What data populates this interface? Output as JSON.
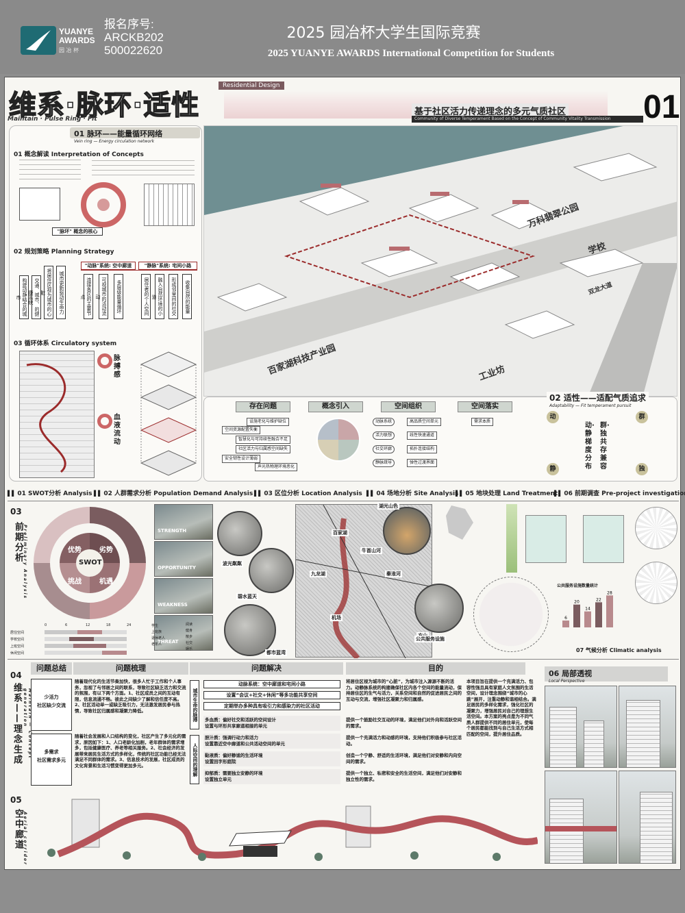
{
  "header": {
    "logo_brand": "YUANYE\nAWARDS",
    "logo_sub": "园 冶 杯",
    "reg_label": "报名序号:",
    "reg_code1": "ARCKB202",
    "reg_code2": "500022620",
    "title_cn": "2025 园冶杯大学生国际竞赛",
    "title_en": "2025 YUANYE AWARDS International Competition for  Students"
  },
  "poster": {
    "main_title": "维系·脉环·适性",
    "main_title_en": "Maintain · Pulse Ring · Fit",
    "residential_tag": "Residential Design",
    "subtitle_cn": "基于社区活力传递理念的多元气质社区",
    "subtitle_en": "Community of Diverse Temperament Based on the Concept of Community Vitality Transmission",
    "page_num": "01"
  },
  "section01": {
    "num": "01",
    "title": "脉环——能量循环网络",
    "title_en": "Vein ring — Energy circulation network",
    "sub1": "01 概念解读 Interpretation of Concepts",
    "sub2": "02 规划策略 Planning Strategy",
    "sub3": "03 循环体系 Circulatory system",
    "label_pulse": "脉搏感",
    "label_blood": "血液流动",
    "box_dong": "\"动脉\"系统: 空中廊道",
    "box_jing": "\"静脉\"系统: 宅间小路",
    "box_core": "\"脉环\" 概念的核心",
    "strategy_left": [
      "构建动静结合的城市",
      "交通、城市、的健康系统",
      "将居住区视为城市的心脏",
      "城市更新驱动生命力"
    ],
    "strategy_mid": [
      "连接各区的主要节点",
      "可视城市的活动流动",
      "多层级能量循环"
    ],
    "strategy_right": [
      "居住者的个人空间",
      "融入自然环境的小道",
      "形成邻里间的社交",
      "收集自然的能量"
    ]
  },
  "map": {
    "label_park": "万科翡翠公园",
    "label_school": "学校",
    "label_tech": "百家湖科技产业园",
    "label_industry": "工业坊",
    "label_road": "双龙大道"
  },
  "section02": {
    "num": "02",
    "title": "适性——适配气质追求",
    "title_en": "Adaptability — Fit temperament pursuit",
    "flow_heads": [
      "存在问题",
      "概念引入",
      "空间组织",
      "空间落实"
    ],
    "problems": [
      "设施老化与维护缺位",
      "空间资源配置失衡",
      "智慧化与可持续性融合不足",
      "社区活力与归属感空间缺失",
      "安全韧性设计薄弱",
      "声光热物理环境恶化"
    ],
    "spaces": [
      "动脉系统",
      "活力联想",
      "社交环廊",
      "静脉疏导"
    ],
    "results": [
      "高品质空间单元",
      "线性快速通道",
      "拓扑连接结构",
      "弹性过渡界面"
    ],
    "needs": "需求本质",
    "dong": "动",
    "jing": "静",
    "qun": "群",
    "du": "独",
    "center_a": "动·静梯度分布",
    "center_b": "群·独共存兼容"
  },
  "tabs": [
    "01 SWOT分析 Analysis",
    "02 人群需求分析 Population Demand Analysis",
    "03 区位分析 Location Analysis",
    "04 场地分析 Site Analysis",
    "05 地块处理 Land Treatment",
    "06 前期调查 Pre-project investigation"
  ],
  "section03": {
    "num": "03",
    "vtitle": "前期分析",
    "vtitle_en": "Preliminary Analysis",
    "swot": "SWOT",
    "q1": "优势",
    "q2": "劣势",
    "q3": "挑战",
    "q4": "机遇",
    "photo_labels": [
      "STRENGTH",
      "OPPORTUNITY",
      "WEAKNESS",
      "THREAT"
    ],
    "place_labels": [
      "波光粼粼",
      "碧水蓝天",
      "都市蓝湾",
      "湖光山色",
      "公共服务设施"
    ],
    "map_labels": [
      "百家湖",
      "牛首山河",
      "九龙湖",
      "秦淮河",
      "方山",
      "机场"
    ],
    "demand_rows": [
      "居住空间",
      "学校空间",
      "上班空间",
      "休闲空间"
    ],
    "demand_axis": [
      "0",
      "6",
      "12",
      "18",
      "24"
    ],
    "demand_cats": [
      "学生",
      "上班族",
      "退休老人",
      "老年人"
    ],
    "demand_acts": [
      "阅读",
      "健身",
      "散步",
      "社交",
      "娱乐"
    ],
    "climatic": "07 气候分析 Climatic analysis",
    "chart_title": "公共服务设施数量统计",
    "bars": [
      6,
      20,
      14,
      22,
      28
    ]
  },
  "section04": {
    "num": "04",
    "vtitle": "维系——理念生成",
    "vtitle_en": "Maintain — Concept generation",
    "col1": "问题总结",
    "col2": "问题梳理",
    "col3": "问题解决",
    "col4": "目的",
    "issue1": "少活力\n社区缺少交流",
    "issue2": "多需求\n社区需求多元",
    "text1": "随着现代化的生活节奏加快，很多人忙于工作和个人事务，忽视了与邻居之间的联系，导致社区缺乏活力和交流的氛围，有以下两个方面。1、社区成员之间的互动有限，信息流通不畅。彼此之间缺少了解和信任度不高。2、社区活动单一或缺乏吸引力，无法激发居民参与热情，导致社区归属感和凝聚力降低。",
    "text2": "随着社会发展和人口结构的变化，社区产生了多元化的需求，原因如下：1、人口老龄化加剧，老年群体的需求增多，包括健康医疗、养老等相关服务。2、社会经济的发展带来居民生活方式的多样化，传统的社区功能已经无法满足不同群体的需求。3、信息技术的发展，社区成员的文化背景和生活习惯变得更加多元。",
    "side1": "城市生命的脉搏",
    "side2": "人际空间的理解",
    "solve1": "动脉系统：空中廊道和宅间小路",
    "solve2": "设置“会议+社交+休闲”等多功能共享空间",
    "solve3": "定期举办多种具有吸引力和感染力的社区活动",
    "solve4": "多血质：偏好社交和活跃的空间设计\n设置与环形共享廊道相接的单元",
    "solve5": "胆汁质：强调行动力和活力\n设置靠近空中廊道和公共活动空间的单元",
    "solve6": "黏液质：偏好静谧的生活环境\n设置回字形庭院",
    "solve7": "抑郁质：需要独立安静的环境\n设置独立单元",
    "goal1": "将居住区视为城市的“心脏”，为城市注入源源不断的活力。动静脉系统的构建确保社区内各个空间的能量流动，保持居住区的生气与活力，关系空间和自然的促进居民之间的互动与交流，增强社区凝聚力和归属感。",
    "goal2": "提供一个鼓励社交互动的环境，满足他们对外向和活跃空间的需求。",
    "goal3": "提供一个充满活力和动感的环境，支持他们积极参与社区活动。",
    "goal4": "创造一个宁静、舒适的生活环境，满足他们对安静和内向空间的需求。",
    "goal5": "提供一个独立、私密和安全的生活空间，满足他们对安静和独立性的需求。",
    "summary": "本项目旨在提供一个充满活力、包容性强且具有家庭人文氛围的生活空间，设计理念围绕“城市的心跳”展开，注重动静和谐相结合。满足居民的多样化需求，强化社区的凝聚力，增强居民对自己的理想生活空间。本方案的亮点是为不同气质人群提供不同的居住单元，使每个居民都能找到与自己生活方式相匹配的空间，提升居住品质。"
  },
  "section05": {
    "num": "05",
    "vtitle": "空中廊道",
    "vtitle_en": "Aerial corridor"
  },
  "section06": {
    "num": "06",
    "title": "局部透视",
    "title_en": "Local Perspective"
  },
  "colors": {
    "accent_red": "#9b2b2b",
    "soft_red": "#c66b6b",
    "panel_gray": "#d7d5cc",
    "teal": "#1f6b73"
  }
}
